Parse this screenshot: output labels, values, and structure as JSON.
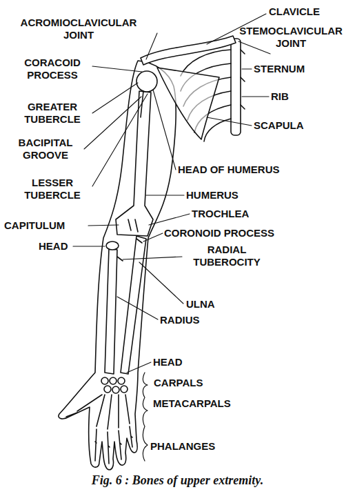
{
  "diagram": {
    "caption": "Fig. 6 : Bones of upper extremity.",
    "labels": [
      "CLAVICLE",
      "ACROMIOCLAVICULAR JOINT",
      "STEMOCLAVICULAR JOINT",
      "CORACOID PROCESS",
      "STERNUM",
      "RIB",
      "GREATER TUBERCLE",
      "SCAPULA",
      "BACIPITAL GROOVE",
      "HEAD OF HUMERUS",
      "LESSER TUBERCLE",
      "HUMERUS",
      "TROCHLEA",
      "CAPITULUM",
      "CORONOID PROCESS",
      "HEAD",
      "RADIAL TUBEROCITY",
      "ULNA",
      "RADIUS",
      "HEAD",
      "CARPALS",
      "METACARPALS",
      "PHALANGES"
    ]
  }
}
